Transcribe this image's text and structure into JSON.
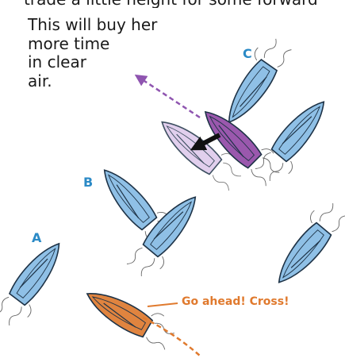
{
  "caption": {
    "top_line": "trade a little height for some forward",
    "left_lines": [
      "This will buy her",
      "more time",
      "in clear",
      "air."
    ]
  },
  "labels": {
    "a": "A",
    "b": "B",
    "c": "C"
  },
  "callout": "Go ahead! Cross!",
  "colors": {
    "blue_hull": "#8fc0e6",
    "outline": "#1d3246",
    "purple_hull": "#9a58ad",
    "ghost_hull": "#dcc7ea",
    "orange_hull": "#e0843f",
    "label_blue": "#2b8ac6",
    "callout_orange": "#e07a2e",
    "purple_arrow": "#8f55b0",
    "black_arrow": "#111111"
  },
  "icons": [
    "sailboat-icon",
    "wind-wake-icon",
    "dashed-course-arrow",
    "shift-arrow"
  ]
}
